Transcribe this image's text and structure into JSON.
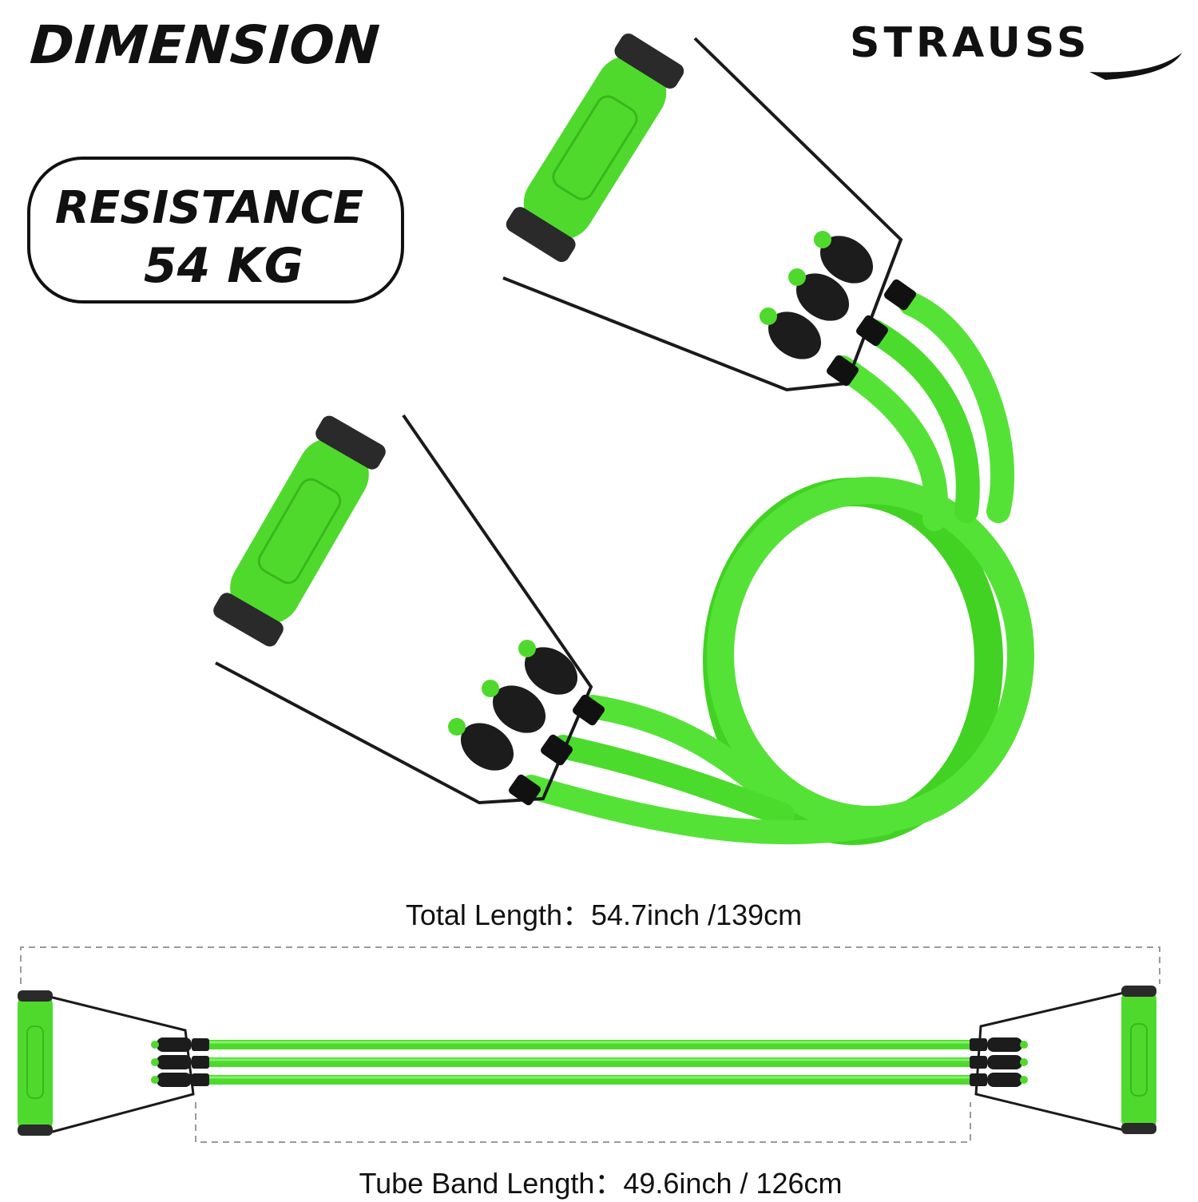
{
  "heading": "DIMENSION",
  "brand": "STRAUSS",
  "badge": {
    "line1": "RESISTANCE",
    "line2": "54 KG"
  },
  "dimensions": {
    "total_length": "Total Length：54.7inch /139cm",
    "tube_band_length": "Tube Band Length：49.6inch / 126cm"
  },
  "colors": {
    "tube_green": "#57e63a",
    "grip_green": "#4fd92d",
    "dark": "#1a1a1a"
  }
}
